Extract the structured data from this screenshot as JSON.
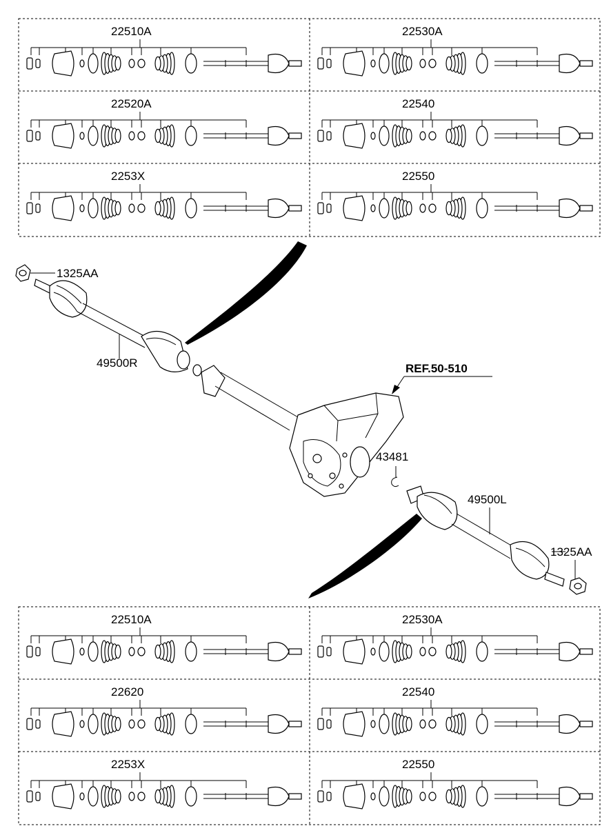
{
  "top_panels": [
    {
      "code": "22510A"
    },
    {
      "code": "22530A"
    },
    {
      "code": "22520A"
    },
    {
      "code": "22540"
    },
    {
      "code": "2253X"
    },
    {
      "code": "22550"
    }
  ],
  "bottom_panels": [
    {
      "code": "22510A"
    },
    {
      "code": "22530A"
    },
    {
      "code": "22620"
    },
    {
      "code": "22540"
    },
    {
      "code": "2253X"
    },
    {
      "code": "22550"
    }
  ],
  "callouts": {
    "nut_right": "1325AA",
    "shaft_right": "49500R",
    "ref": "REF.50-510",
    "clip": "43481",
    "shaft_left": "49500L",
    "nut_left": "1325AA"
  }
}
